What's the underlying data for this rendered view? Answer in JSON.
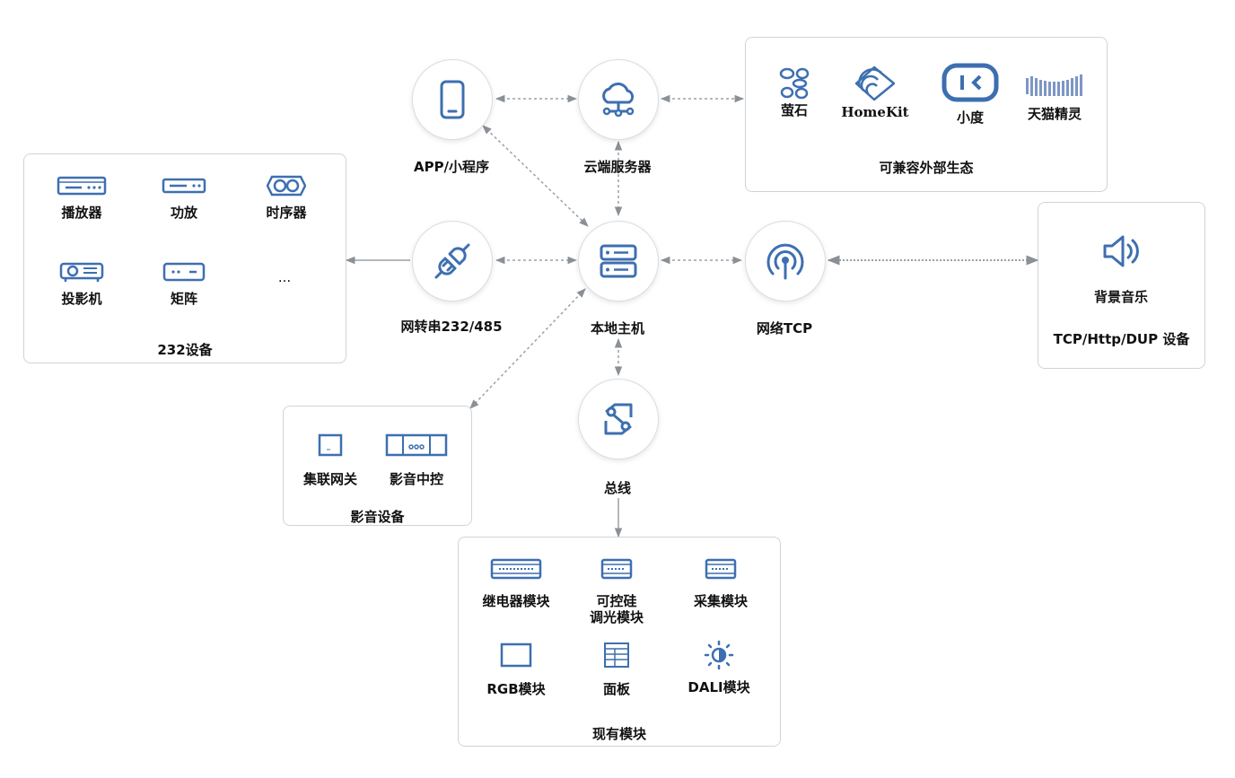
{
  "nodes": {
    "app": "APP/小程序",
    "cloud": "云端服务器",
    "host": "本地主机",
    "serial": "网转串232/485",
    "tcp": "网络TCP",
    "bus": "总线"
  },
  "ecosystem": {
    "title": "可兼容外部生态",
    "items": [
      "萤石",
      "HomeKit",
      "小度",
      "天猫精灵"
    ]
  },
  "rs232": {
    "title": "232设备",
    "items": [
      "播放器",
      "功放",
      "时序器",
      "投影机",
      "矩阵",
      "..."
    ]
  },
  "music": {
    "label": "背景音乐",
    "title": "TCP/Http/DUP 设备"
  },
  "av": {
    "title": "影音设备",
    "items": [
      "集联网关",
      "影音中控"
    ]
  },
  "modules": {
    "title": "现有模块",
    "items": [
      "继电器模块",
      "可控硅\n调光模块",
      "采集模块",
      "RGB模块",
      "面板",
      "DALI模块"
    ]
  },
  "colors": {
    "icon": "#3d6fb0",
    "line": "#9aa0a6"
  }
}
